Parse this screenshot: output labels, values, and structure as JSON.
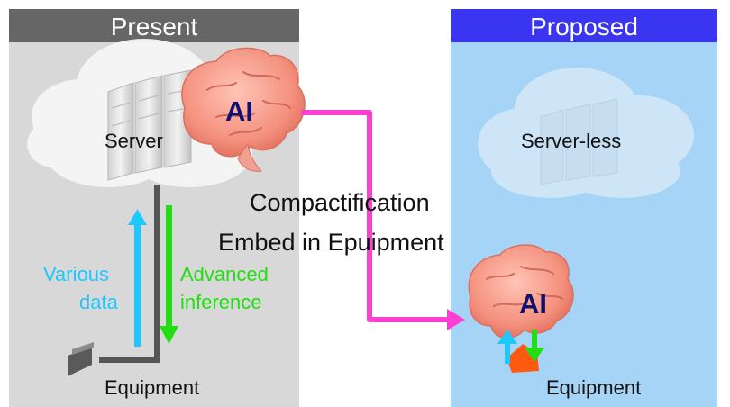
{
  "present_panel": {
    "title": "Present",
    "server_label": "Server",
    "ai_label": "AI",
    "up_arrow_label_line1": "Various",
    "up_arrow_label_line2": "data",
    "down_arrow_label_line1": "Advanced",
    "down_arrow_label_line2": "inference",
    "equipment_label": "Equipment"
  },
  "proposed_panel": {
    "title": "Proposed",
    "server_label": "Server-less",
    "ai_label": "AI",
    "equipment_label": "Equipment"
  },
  "center_caption": {
    "line1": "Compactification",
    "line2": "Embed in Epuipment"
  },
  "colors": {
    "present_header": "#666666",
    "proposed_header": "#3a35f0",
    "present_bg": "#d8d8d8",
    "proposed_bg": "#a6d4f6",
    "connector": "#ff3fd0",
    "data_arrow": "#1ec8ff",
    "inference_arrow": "#22dd11",
    "ai_text": "#101070",
    "equipment_block": "#ff5a10"
  },
  "icons": [
    "cloud-icon",
    "server-rack-icon",
    "brain-icon",
    "equipment-box-icon"
  ]
}
